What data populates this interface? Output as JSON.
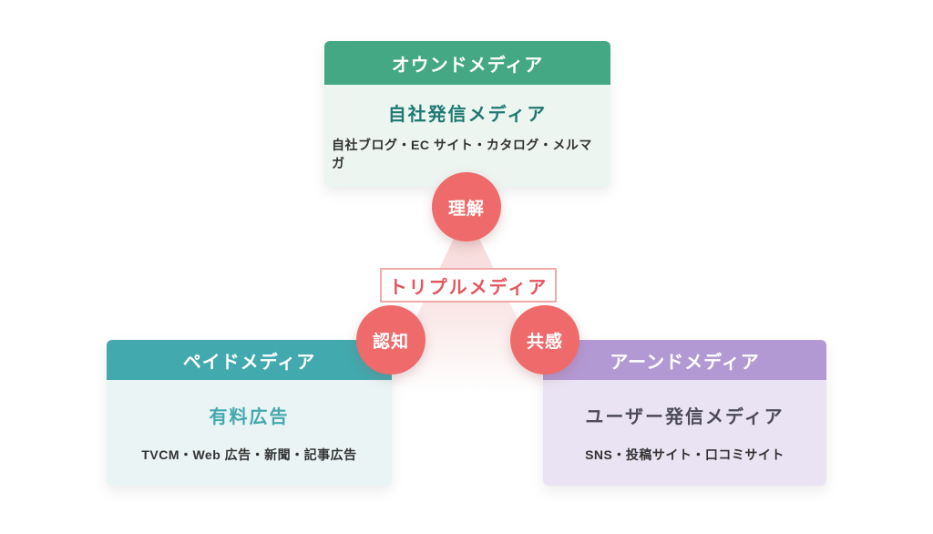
{
  "diagram": {
    "center_label": "トリプルメディア",
    "circles": {
      "top": {
        "label": "理解"
      },
      "left": {
        "label": "認知"
      },
      "right": {
        "label": "共感"
      }
    },
    "boxes": {
      "owned": {
        "title": "オウンドメディア",
        "subtitle": "自社発信メディア",
        "description": "自社ブログ・EC サイト・カタログ・メルマガ"
      },
      "paid": {
        "title": "ペイドメディア",
        "subtitle": "有料広告",
        "description": "TVCM・Web 広告・新聞・記事広告"
      },
      "earned": {
        "title": "アーンドメディア",
        "subtitle": "ユーザー発信メディア",
        "description": "SNS・投稿サイト・口コミサイト"
      }
    },
    "colors": {
      "owned_header": "#44a885",
      "owned_body": "#edf5f0",
      "owned_subtitle": "#1e7a72",
      "paid_header": "#42a9ae",
      "paid_body": "#eaf4f4",
      "paid_subtitle": "#44a9ae",
      "earned_header": "#b399d4",
      "earned_body": "#eae3f3",
      "earned_subtitle": "#4c4b5a",
      "circle_fill": "#ef6a6a",
      "circle_text": "#ffffff",
      "center_label_text": "#e4555f",
      "center_label_border": "#f2a9a9",
      "triangle_fill": "#f0bcbc",
      "description_text": "#333333"
    }
  }
}
